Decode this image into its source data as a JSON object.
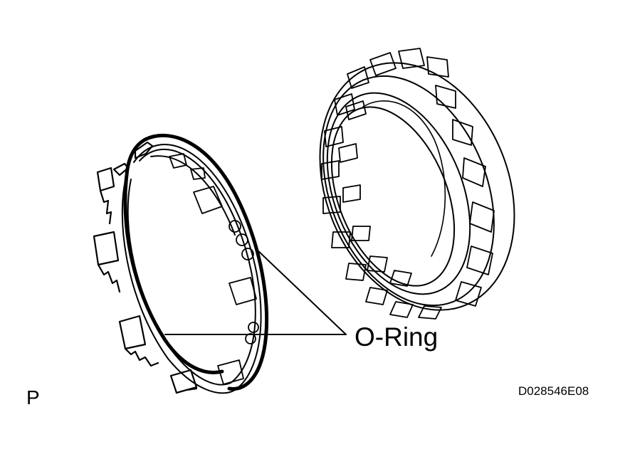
{
  "diagram": {
    "callout_label": "O-Ring",
    "corner_label": "P",
    "figure_code": "D028546E08",
    "colors": {
      "background": "#ffffff",
      "ink": "#000000"
    },
    "parts": [
      {
        "name": "sleeve-ring-with-o-ring",
        "icon": "o-ring-hub-icon"
      },
      {
        "name": "clutch-drum",
        "icon": "clutch-drum-icon"
      }
    ]
  }
}
